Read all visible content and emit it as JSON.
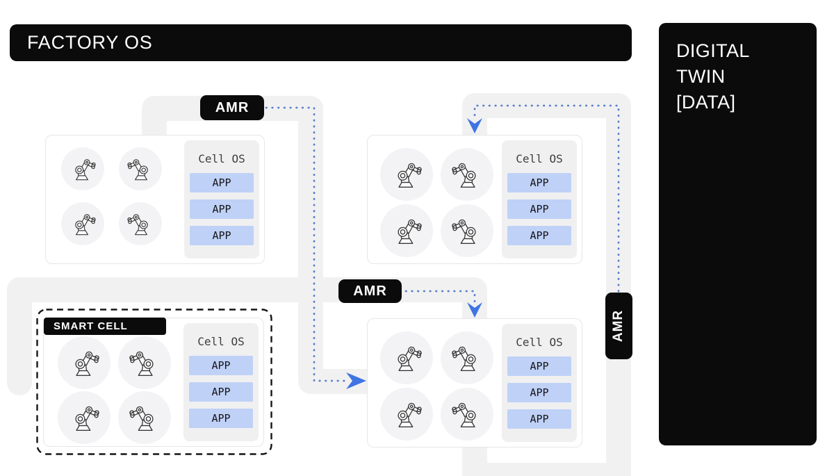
{
  "title_bar": {
    "label": "FACTORY OS"
  },
  "digital_twin_panel": {
    "lines": [
      "DIGITAL",
      "TWIN",
      "[DATA]"
    ]
  },
  "amr_badges": [
    {
      "label": "AMR"
    },
    {
      "label": "AMR"
    },
    {
      "label": "AMR"
    }
  ],
  "smart_cell": {
    "label": "SMART CELL"
  },
  "cells": [
    {
      "name": "top-left",
      "os_label": "Cell OS",
      "apps": [
        "APP",
        "APP",
        "APP"
      ]
    },
    {
      "name": "top-right",
      "os_label": "Cell OS",
      "apps": [
        "APP",
        "APP",
        "APP"
      ]
    },
    {
      "name": "smart-cell",
      "os_label": "Cell OS",
      "apps": [
        "APP",
        "APP",
        "APP"
      ]
    },
    {
      "name": "bottom-middle",
      "os_label": "Cell OS",
      "apps": [
        "APP",
        "APP",
        "APP"
      ]
    }
  ],
  "icons": {
    "robot": "robot-arm-icon",
    "flow_arrow": "flow-arrow-icon"
  },
  "colors": {
    "ink": "#0b0b0b",
    "accent_blue": "#3f74e3",
    "dot_blue": "#5b7ec9",
    "app_blue": "#bfd1f6",
    "road_gray": "#f1f1f2"
  }
}
